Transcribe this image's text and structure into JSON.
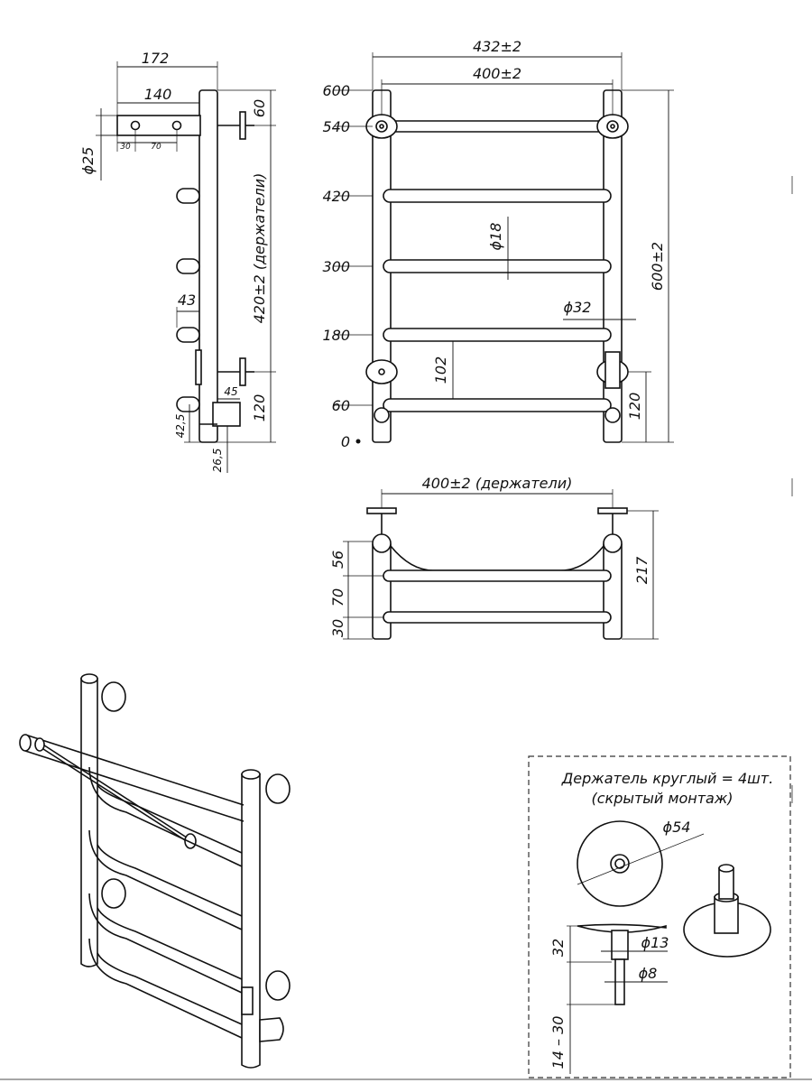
{
  "side_view": {
    "d172": "172",
    "d140": "140",
    "d30": "30",
    "d70": "70",
    "d25": "ϕ25",
    "d60": "60",
    "d420": "420±2 (держатели)",
    "d43": "43",
    "d45": "45",
    "d120": "120",
    "d425": "42,5",
    "d265": "26,5"
  },
  "front_view": {
    "d432": "432±2",
    "d400": "400±2",
    "levels": [
      "600",
      "540",
      "420",
      "300",
      "180",
      "60",
      "0"
    ],
    "d18": "ϕ18",
    "d32": "ϕ32",
    "d102": "102",
    "d600": "600±2",
    "d120": "120"
  },
  "top_view": {
    "d400": "400±2 (держатели)",
    "d56": "56",
    "d70": "70",
    "d30": "30",
    "d217": "217"
  },
  "holder_detail": {
    "title_line1": "Держатель круглый = 4шт.",
    "title_line2": "(скрытый монтаж)",
    "d54": "ϕ54",
    "d13": "ϕ13",
    "d8": "ϕ8",
    "d32": "32",
    "d1430": "14 – 30"
  },
  "icons": {
    "holder": "round-holder-icon",
    "product": "towel-warmer-icon"
  }
}
